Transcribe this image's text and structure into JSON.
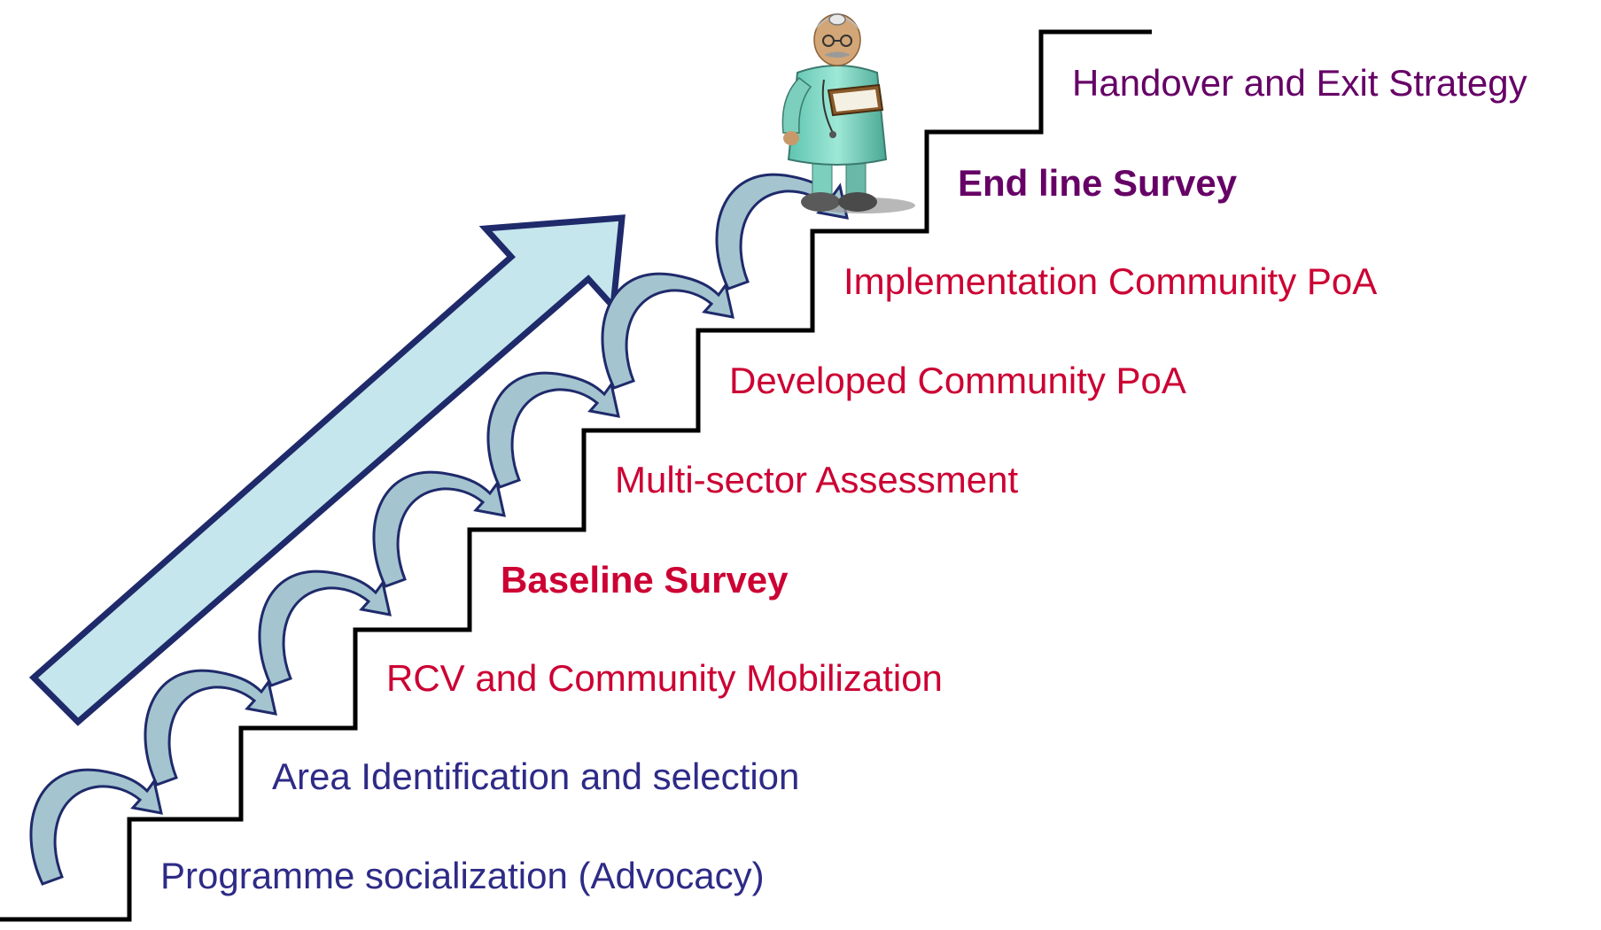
{
  "diagram": {
    "steps": [
      {
        "label": "Programme socialization (Advocacy)",
        "color": "#2e2b87",
        "bold": false
      },
      {
        "label": "Area Identification and selection",
        "color": "#2e2b87",
        "bold": false
      },
      {
        "label": "RCV and Community Mobilization",
        "color": "#cc0033",
        "bold": false
      },
      {
        "label": "Baseline Survey",
        "color": "#cc0033",
        "bold": true
      },
      {
        "label": "Multi-sector Assessment",
        "color": "#cc0033",
        "bold": false
      },
      {
        "label": "Developed Community PoA",
        "color": "#cc0033",
        "bold": false
      },
      {
        "label": "Implementation Community PoA",
        "color": "#cc0033",
        "bold": false
      },
      {
        "label": "End line Survey",
        "color": "#660066",
        "bold": true
      },
      {
        "label": "Handover and Exit Strategy",
        "color": "#660066",
        "bold": false
      }
    ],
    "colors": {
      "stair_line": "#000000",
      "arrow_fill": "#c5e6ec",
      "arrow_stroke": "#1f2a6b",
      "curved_arrow_fill": "#a4c4cf",
      "curved_arrow_stroke": "#1f2a6b"
    },
    "figure": "doctor-with-clipboard"
  }
}
